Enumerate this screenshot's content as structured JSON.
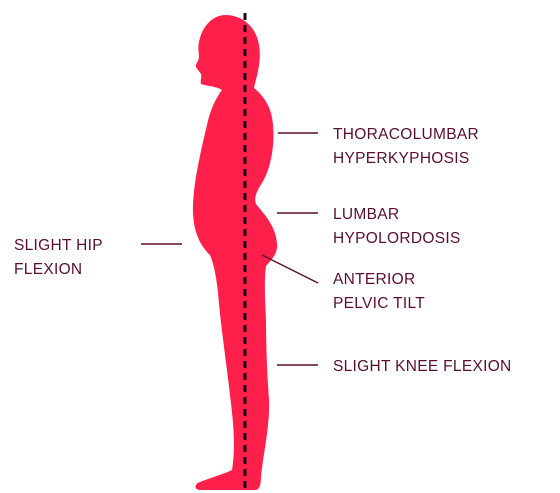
{
  "colors": {
    "body_fill": "#FF1F4B",
    "text": "#5A0F2E",
    "line": "#5A0F2E",
    "plumb_line": "#1E0A14"
  },
  "labels": {
    "thoracolumbar": [
      "THORACOLUMBAR",
      "HYPERKYPHOSIS"
    ],
    "lumbar": [
      "LUMBAR",
      "HYPOLORDOSIS"
    ],
    "hip": [
      "SLIGHT HIP",
      "FLEXION"
    ],
    "pelvic": [
      "ANTERIOR",
      "PELVIC TILT"
    ],
    "knee": [
      "SLIGHT KNEE FLEXION"
    ]
  }
}
